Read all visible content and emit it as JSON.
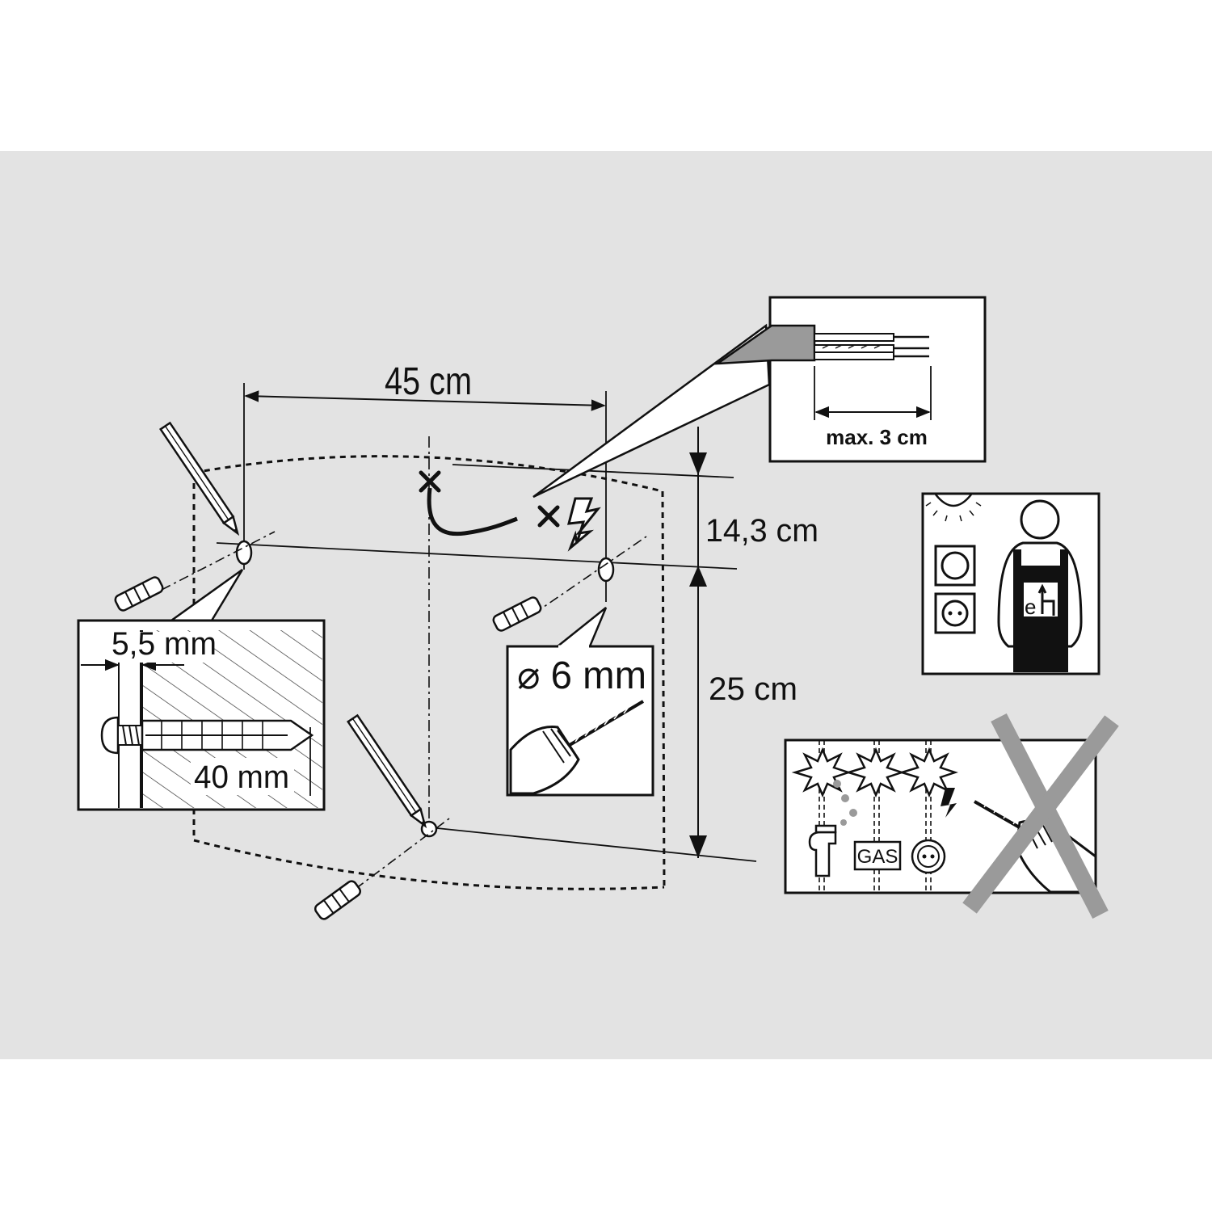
{
  "dimensions": {
    "horizontal_spacing": "45 cm",
    "top_to_holes": "14,3 cm",
    "holes_to_bottom": "25 cm",
    "cable_strip": "max. 3 cm",
    "drill_bit": "⌀ 6 mm",
    "screw_head_gap": "5,5 mm",
    "screw_depth": "40 mm"
  },
  "warning_panel": {
    "gas_label": "GAS"
  },
  "colors": {
    "panel_background": "#e3e3e3",
    "page_background": "#ffffff",
    "line": "#111111",
    "prohibition_cross": "#9a9a9a",
    "cable_sheath": "#9a9a9a"
  }
}
